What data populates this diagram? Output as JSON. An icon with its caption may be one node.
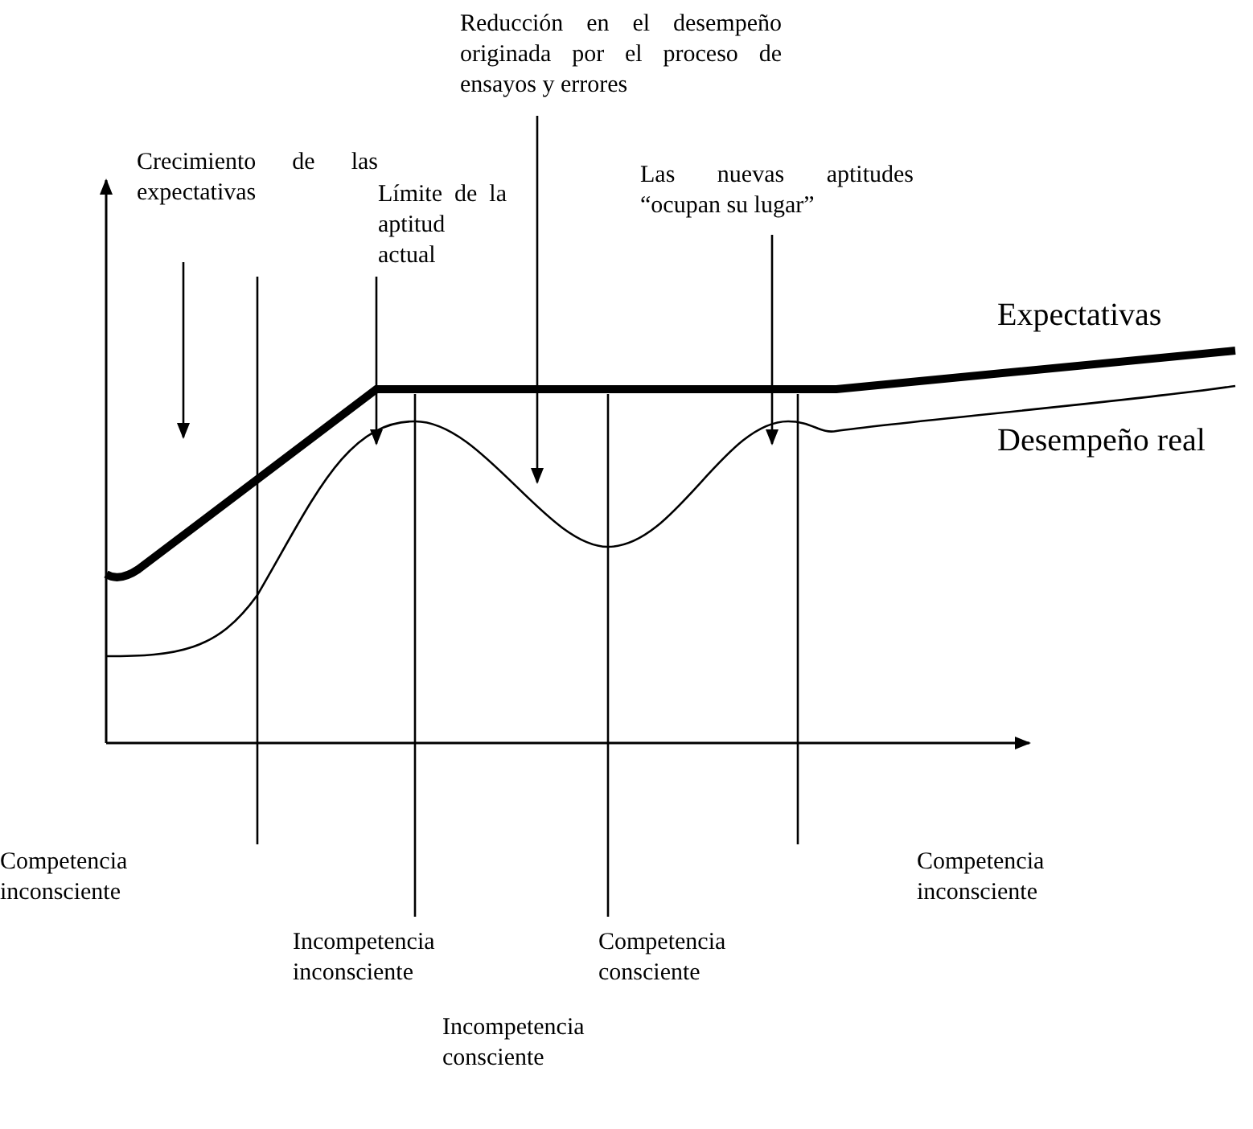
{
  "diagram": {
    "nodes": [
      {
        "text": [
          "Crecimiento de las expectativas"
        ]
      },
      {
        "text": [
          "Límite de la aptitud actual"
        ]
      },
      {
        "text": [
          "Reducción en el desempeño originada por el proceso de ensayos y errores"
        ]
      },
      {
        "text": [
          "Las nuevas aptitudes “ocupan su lugar”"
        ]
      }
    ],
    "edges": [
      {
        "from": 0,
        "to": null,
        "arrow": "to"
      },
      {
        "from": 1,
        "to": null,
        "arrow": "to"
      },
      {
        "from": 2,
        "to": null,
        "arrow": "to"
      },
      {
        "from": 3,
        "to": null,
        "arrow": "to"
      }
    ],
    "labels": [
      "Expectativas",
      "Desempeño real",
      "Competencia inconsciente",
      "Competencia inconsciente",
      "Incompetencia inconsciente",
      "Competencia consciente",
      "Incompetencia consciente"
    ]
  }
}
